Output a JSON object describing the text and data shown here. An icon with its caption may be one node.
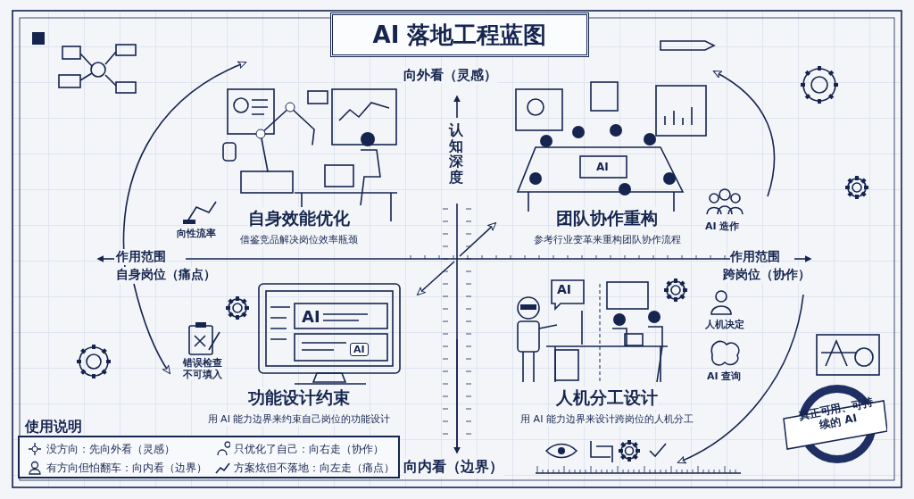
{
  "diagram": {
    "title": "AI 落地工程蓝图",
    "nodes": [
      {
        "text": [
          "自身效能优化",
          "借鉴竞品解决岗位效率瓶颈"
        ]
      },
      {
        "text": [
          "团队协作重构",
          "参考行业变革来重构团队协作流程"
        ]
      },
      {
        "text": [
          "功能设计约束",
          "用 AI 能力边界来约束自己岗位的功能设计"
        ]
      },
      {
        "text": [
          "人机分工设计",
          "用 AI 能力边界来设计跨岗位的人机分工"
        ]
      },
      {
        "text": [
          "真正可用、可持续的 AI"
        ]
      }
    ],
    "labels": [
      "向外看（灵感）",
      "认知深度",
      "作用范围",
      "自身岗位（痛点）",
      "作用范围",
      "跨岗位（协作）",
      "向内看（边界）",
      "向性流率",
      "AI 造作",
      "错误检查不可填入",
      "人机决定",
      "AI 查询",
      "AI",
      "AI",
      "AI",
      "AI",
      "使用说明"
    ],
    "legend": [
      {
        "text": "没方向：先向外看（灵感）"
      },
      {
        "text": "只优化了自己：向右走（协作）"
      },
      {
        "text": "有方向但怕翻车：向内看（边界）"
      },
      {
        "text": "方案炫但不落地：向左走（痛点）"
      }
    ]
  }
}
